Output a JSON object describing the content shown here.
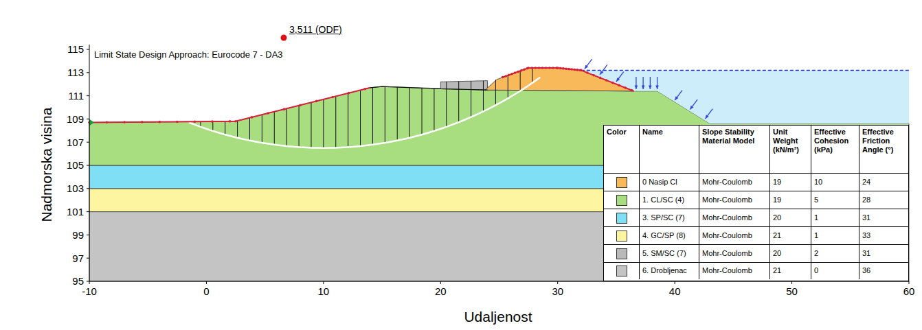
{
  "diagram": {
    "labels": [
      "3,511 (ODF)",
      "Limit State Design Approach: Eurocode 7 - DA3",
      "Nadmorska visina",
      "Udaljenost",
      "115",
      "113",
      "111",
      "109",
      "107",
      "105",
      "103",
      "101",
      "99",
      "97",
      "95",
      "-10",
      "0",
      "10",
      "20",
      "30",
      "40",
      "50",
      "60",
      "Color",
      "Name",
      "Slope Stability Material Model",
      "Unit Weight (kN/m³)",
      "Effective Cohesion (kPa)",
      "Effective Friction Angle (°)",
      "Mohr-Coulomb",
      "19",
      "10",
      "24",
      "Mohr-Coulomb",
      "19",
      "5",
      "28",
      "Mohr-Coulomb",
      "20",
      "1",
      "31",
      "Mohr-Coulomb",
      "21",
      "1",
      "33",
      "Mohr-Coulomb",
      "20",
      "2",
      "31",
      "Mohr-Coulomb",
      "21",
      "0",
      "36"
    ],
    "legend": [
      {
        "text": "0 Nasip Cl",
        "color": "#f8b95a"
      },
      {
        "text": "1. CL/SC (4)",
        "color": "#a8dd80"
      },
      {
        "text": "3. SP/SC (7)",
        "color": "#7fdff5"
      },
      {
        "text": "4. GC/SP (8)",
        "color": "#fdf5a0"
      },
      {
        "text": "5. SM/SC (7)",
        "color": "#b9b9b9"
      },
      {
        "text": "6. Drobljenac",
        "color": "#c4c4c4"
      }
    ]
  }
}
